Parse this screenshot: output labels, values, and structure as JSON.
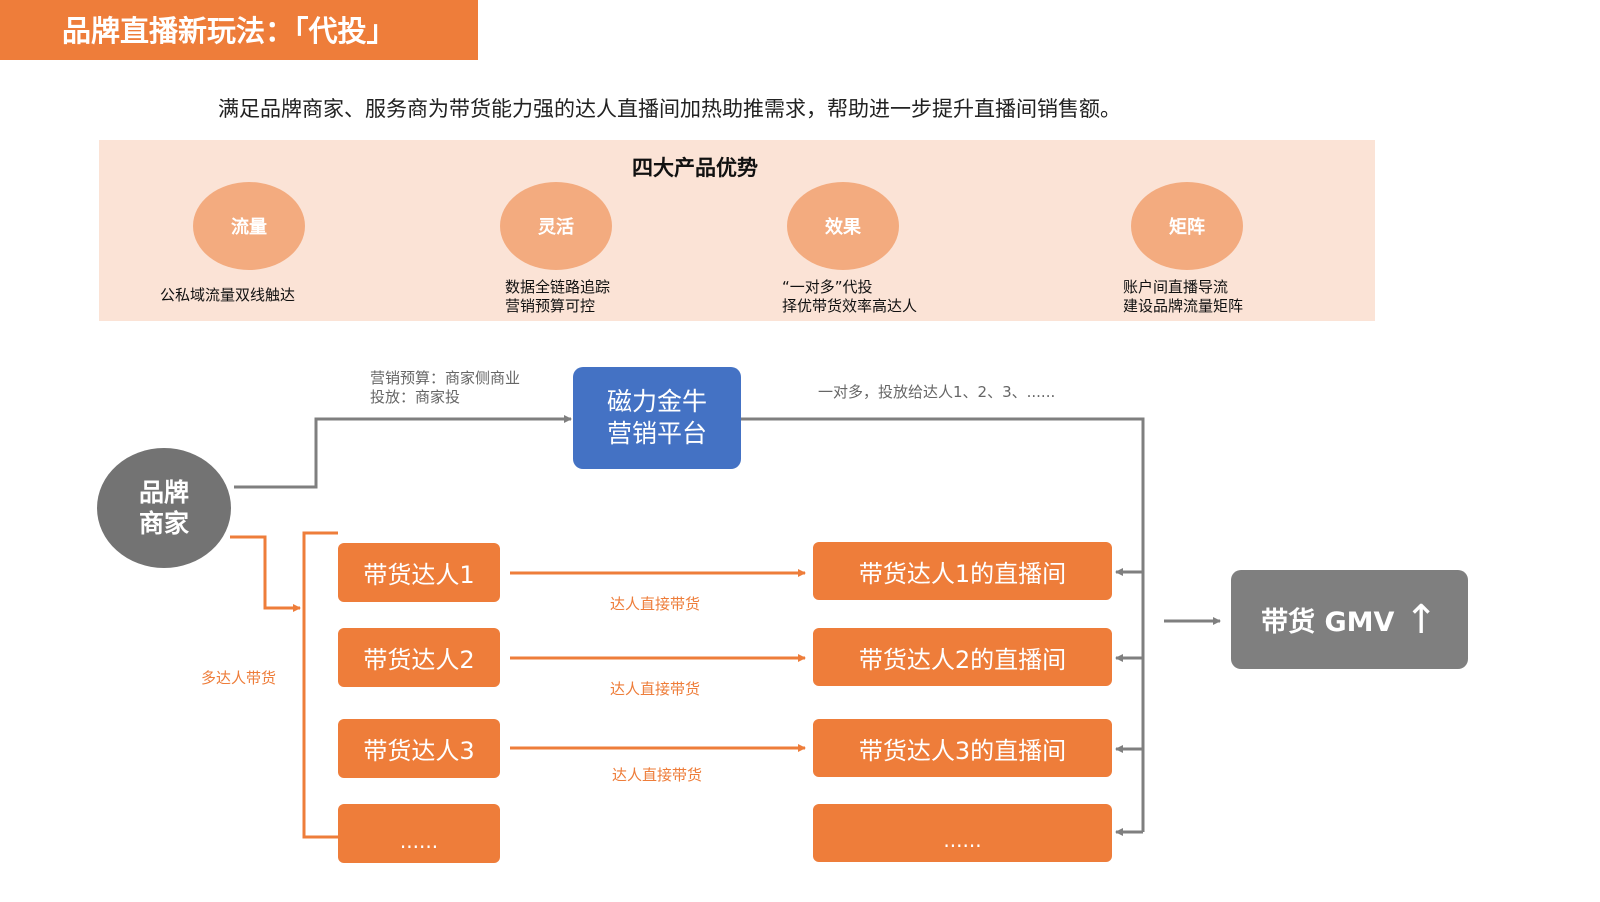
{
  "title": "品牌直播新玩法：「代投」",
  "subtitle": "满足品牌商家、服务商为带货能力强的达人直播间加热助推需求，帮助进一步提升直播间销售额。",
  "advantages": {
    "title": "四大产品优势",
    "items": [
      {
        "label": "流量",
        "desc": "公私域流量双线触达"
      },
      {
        "label": "灵活",
        "desc": "数据全链路追踪\n营销预算可控"
      },
      {
        "label": "效果",
        "desc": "“一对多”代投\n择优带货效率高达人"
      },
      {
        "label": "矩阵",
        "desc": "账户间直播导流\n建设品牌流量矩阵"
      }
    ]
  },
  "flow": {
    "brand_line1": "品牌",
    "brand_line2": "商家",
    "budget_label": "营销预算：商家侧商业\n投放：商家投",
    "platform_line1": "磁力金牛",
    "platform_line2": "营销平台",
    "one_to_many_label": "一对多，投放给达人1、2、3、......",
    "multi_label": "多达人带货",
    "direct_label": "达人直接带货",
    "creators": [
      "带货达人1",
      "带货达人2",
      "带货达人3",
      "......"
    ],
    "rooms": [
      "带货达人1的直播间",
      "带货达人2的直播间",
      "带货达人3的直播间",
      "......"
    ],
    "gmv": "带货 GMV",
    "gmv_arrow": "↑"
  },
  "colors": {
    "accent": "#EE7D3A",
    "panel": "#FBE3D6",
    "circle": "#F3AB7F",
    "platform": "#4472C4",
    "brand": "#737373",
    "gmv": "#7F7F7F"
  }
}
